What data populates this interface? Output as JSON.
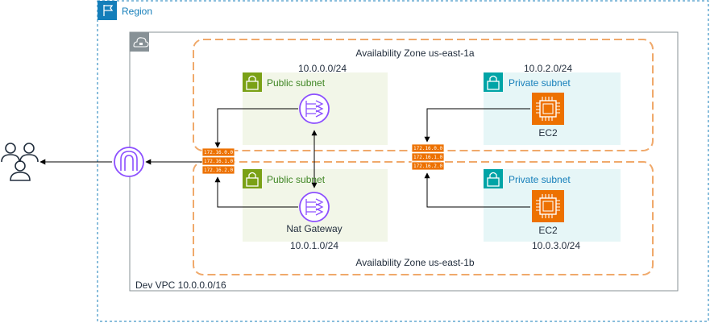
{
  "region": {
    "label": "Region"
  },
  "vpc": {
    "label": "Dev VPC 10.0.0.0/16"
  },
  "az1": {
    "label": "Availability Zone us-east-1a"
  },
  "az2": {
    "label": "Availability Zone us-east-1b"
  },
  "subnets": {
    "pub1": {
      "label": "Public subnet",
      "cidr": "10.0.0.0/24"
    },
    "priv1": {
      "label": "Private subnet",
      "cidr": "10.0.2.0/24",
      "instance": "EC2"
    },
    "pub2": {
      "label": "Public subnet",
      "cidr": "10.0.1.0/24",
      "instance": "Nat Gateway"
    },
    "priv2": {
      "label": "Private subnet",
      "cidr": "10.0.3.0/24",
      "instance": "EC2"
    }
  },
  "route_table_left": [
    "172.16.0.0",
    "172.16.1.0",
    "172.16.2.0"
  ],
  "route_table_right": [
    "172.16.0.0",
    "172.16.1.0",
    "172.16.2.0"
  ],
  "icons": {
    "region": "flag-icon",
    "vpc": "cloud-lock-icon",
    "subnet": "lock-icon",
    "nat": "nat-gateway-icon",
    "ec2": "ec2-instance-icon",
    "igw": "internet-gateway-icon",
    "users": "users-icon",
    "router": "route-table-icon"
  },
  "colors": {
    "region": "#147eba",
    "az": "#f0a96b",
    "public_fill": "#f2f6e8",
    "public_accent": "#7aa116",
    "private_fill": "#e6f6f7",
    "private_accent": "#00a4a6",
    "ec2": "#ed7100",
    "network": "#8c4fff",
    "router": "#ed7100"
  }
}
